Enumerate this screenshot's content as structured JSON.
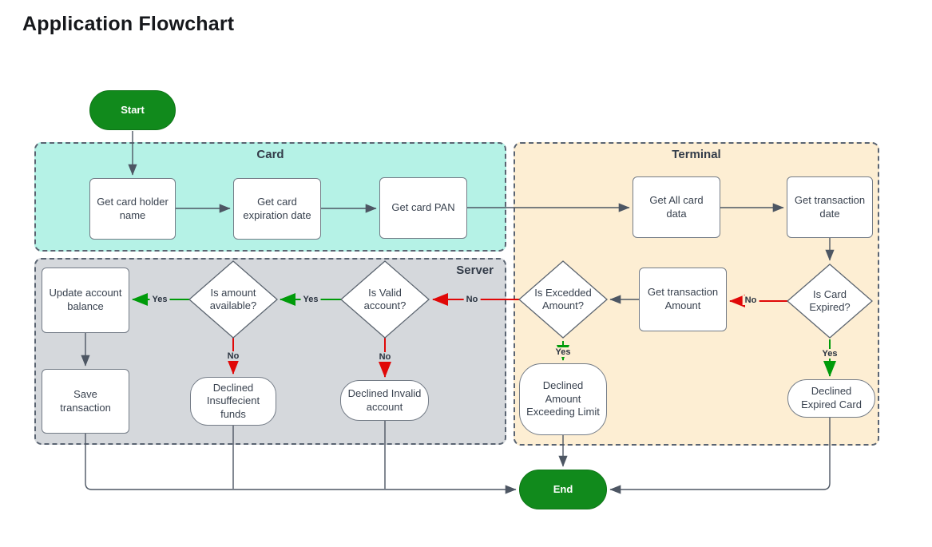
{
  "title": "Application Flowchart",
  "regions": {
    "card": "Card",
    "terminal": "Terminal",
    "server": "Server"
  },
  "nodes": {
    "start": "Start",
    "get_card_holder_name": "Get card holder name",
    "get_card_expiration_date": "Get card expiration date",
    "get_card_pan": "Get card PAN",
    "get_all_card_data": "Get All card data",
    "get_transaction_date": "Get transaction date",
    "is_card_expired": "Is Card Expired?",
    "get_transaction_amount": "Get transaction Amount",
    "is_excedded_amount": "Is Excedded Amount?",
    "is_valid_account": "Is Valid account?",
    "is_amount_available": "Is amount available?",
    "update_account_balance": "Update account balance",
    "save_transaction": "Save transaction",
    "declined_insuffecient_funds": "Declined Insuffecient funds",
    "declined_invalid_account": "Declined Invalid account",
    "declined_amount_exceeding_limit": "Declined Amount Exceeding Limit",
    "declined_expired_card": "Declined Expired Card",
    "end": "End"
  },
  "edge_labels": {
    "card_expired_no": "No",
    "card_expired_yes": "Yes",
    "excedded_no": "No",
    "excedded_yes": "Yes",
    "valid_yes": "Yes",
    "valid_no": "No",
    "amount_yes": "Yes",
    "amount_no": "No"
  },
  "colors": {
    "region_card_fill": "#b5f2e6",
    "region_terminal_fill": "#fdeed3",
    "region_server_fill": "#d5d8dc",
    "terminator_fill": "#118a1c",
    "edge_default": "#4d5663",
    "edge_yes": "#009b0a",
    "edge_no": "#e00808"
  }
}
